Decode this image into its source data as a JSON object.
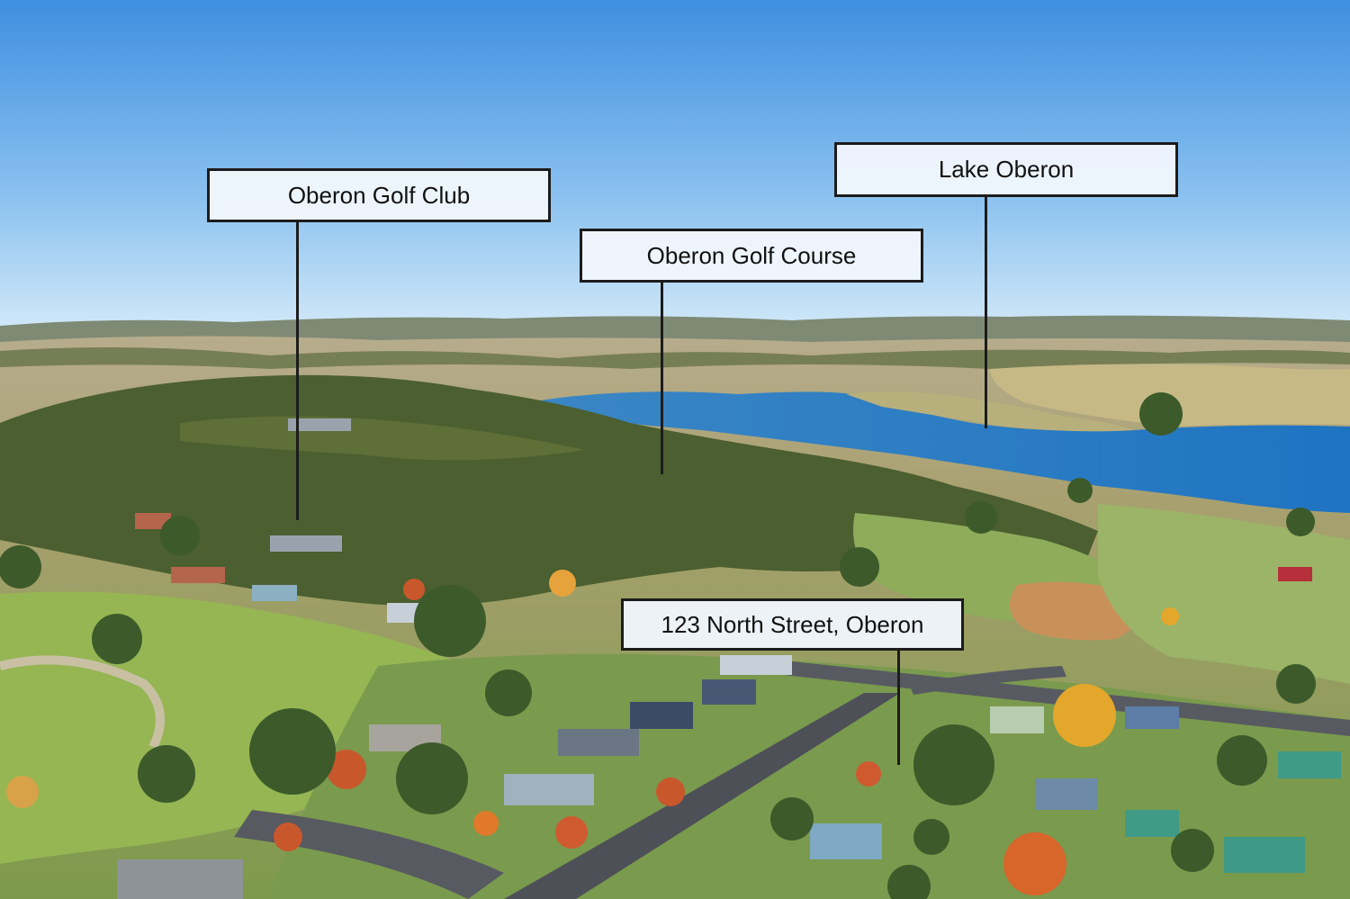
{
  "labels": {
    "golf_club": "Oberon Golf Club",
    "golf_course": "Oberon Golf Course",
    "lake": "Lake Oberon",
    "property": "123 North Street, Oberon"
  },
  "colors": {
    "sky_top": "#3f8fe0",
    "sky_horizon": "#cfe6f8",
    "lake": "#2a7fc9",
    "grass": "#8bb253",
    "trees": "#4a6331",
    "road": "#4d5057"
  }
}
